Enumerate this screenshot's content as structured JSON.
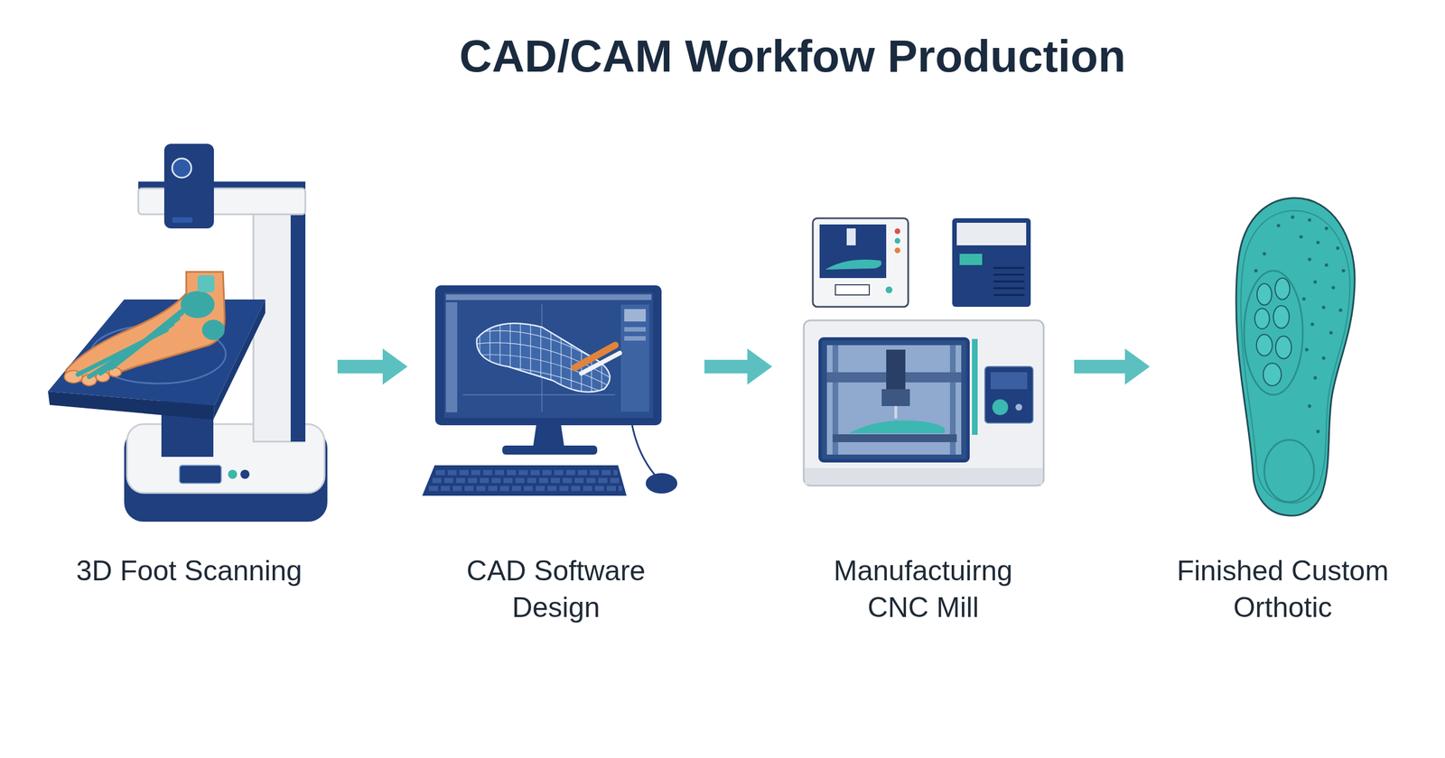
{
  "diagram": {
    "title": "CAD/CAM Workfow Production",
    "nodes": [
      {
        "text": [
          "3D Foot Scanning"
        ]
      },
      {
        "text": [
          "CAD Software Design"
        ]
      },
      {
        "text": [
          "Manufactuirng CNC Mill"
        ]
      },
      {
        "text": [
          "Finished Custom Orthotic"
        ]
      }
    ],
    "edges": [
      {
        "from": 0,
        "to": 1,
        "arrow": "to"
      },
      {
        "from": 1,
        "to": 2,
        "arrow": "to"
      },
      {
        "from": 2,
        "to": 3,
        "arrow": "to"
      }
    ]
  }
}
